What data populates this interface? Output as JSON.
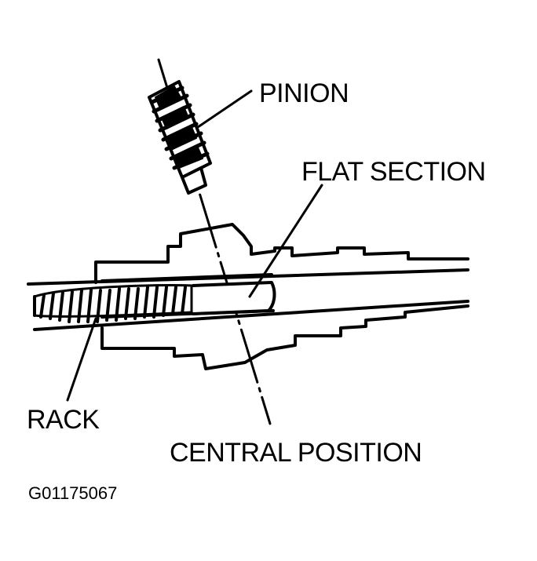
{
  "colors": {
    "ink": "#000000",
    "paper": "#ffffff"
  },
  "labels": {
    "pinion": "PINION",
    "flat_section": "FLAT SECTION",
    "rack": "RACK",
    "central_position": "CENTRAL POSITION"
  },
  "figure_id": "G01175067"
}
